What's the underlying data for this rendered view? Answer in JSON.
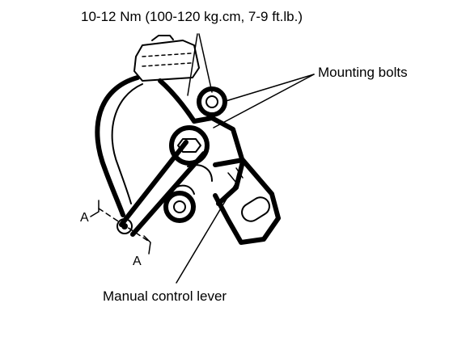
{
  "labels": {
    "torque": "10-12 Nm (100-120 kg.cm, 7-9 ft.lb.)",
    "mounting_bolts": "Mounting bolts",
    "manual_control_lever": "Manual control lever",
    "section_a_upper": "A",
    "section_a_lower": "A"
  },
  "colors": {
    "ink": "#000000",
    "background": "#ffffff"
  }
}
